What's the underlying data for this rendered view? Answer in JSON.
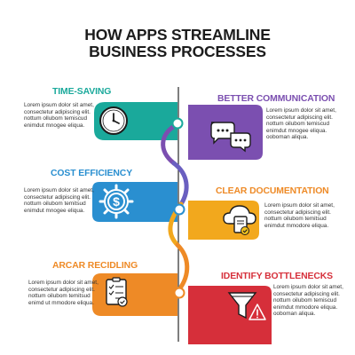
{
  "title": {
    "line1": "HOW APPS STREAMLINE",
    "line2": "BUSINESS PROCESSES"
  },
  "colors": {
    "teal": "#1aa99b",
    "purple": "#7b4fb0",
    "blue": "#2a8fd0",
    "orange": "#f2a81d",
    "dark_orange": "#ee8a26",
    "red": "#d62f3a",
    "connector": "#2a2a2a"
  },
  "steps": [
    {
      "heading": "TIME-SAVING",
      "color": "#1aa99b",
      "icon": "clock-icon",
      "text": [
        "Lorem ipsum dolor sit amet,",
        "consectetur adipiscing elit.",
        "nottum ollubom temiscud",
        "enimdut mnogee eliqua."
      ]
    },
    {
      "heading": "BETTER COMMUNICATION",
      "color": "#7b4fb0",
      "icon": "chat-bubbles-icon",
      "text": [
        "Lorem ipsum dolor sit amet,",
        "consectetur adipiscing elit.",
        "nottum oilubom temiscud",
        "enimdut mnogee eliqua.",
        "ooboman aliqua."
      ]
    },
    {
      "heading": "COST EFFICIENCY",
      "color": "#2a8fd0",
      "icon": "dollar-gear-icon",
      "text": [
        "Lorem ipsum dolor sit amet,",
        "consectetur adipiscing elit.",
        "nottum oilubom temitsud",
        "enimdut mnogee eliqua."
      ]
    },
    {
      "heading": "CLEAR DOCUMENTATION",
      "color": "#ee8a26",
      "icon": "cloud-document-icon",
      "text": [
        "Lorem ipsum dolor sit amet,",
        "consectetur adipiscing elit.",
        "nottum oilubom temitsud",
        "enimdut mmodore eliqua."
      ]
    },
    {
      "heading": "ARCAR RECIDLING",
      "color": "#ee8a26",
      "icon": "checklist-icon",
      "text": [
        "Lorem ipsum dolor sit amet,",
        "consectetur adipiscing elit.",
        "nottum oilubom temitsud",
        "enimd ut mmodore eliqua."
      ]
    },
    {
      "heading": "IDENTIFY BOTTLENECKS",
      "color": "#d62f3a",
      "icon": "funnel-warning-icon",
      "text": [
        "Lorem ipsum dolor sit amet,",
        "consectetur adipiscing elit.",
        "nottum oilubom temiscud",
        "enimdut mmodore eliqua.",
        "ooboman aliqua."
      ]
    }
  ]
}
